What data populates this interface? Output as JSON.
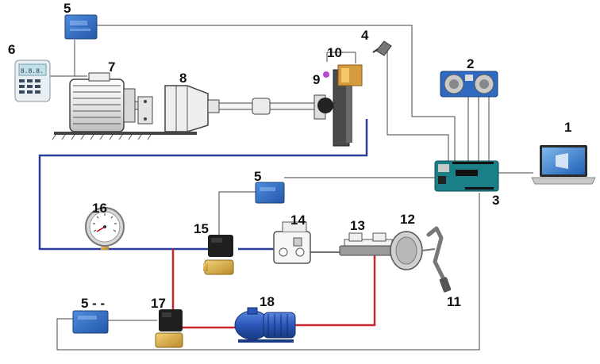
{
  "labels": {
    "laptop": "1",
    "ultrasonic_sensor": "2",
    "arduino_board": "3",
    "proximity_sensor": "4",
    "relay_top": "5",
    "relay_mid": "5",
    "relay_bottom": "5 - -",
    "motor_controller": "6",
    "electric_motor": "7",
    "gearbox": "8",
    "brake_caliper": "9",
    "brake_disc": "10",
    "brake_pedal": "11",
    "brake_booster": "12",
    "master_cylinder": "13",
    "abs_module": "14",
    "solenoid_valve_upper": "15",
    "pressure_gauge": "16",
    "solenoid_valve_lower": "17",
    "water_pump": "18"
  },
  "colors": {
    "signal_wire": "#444444",
    "pressure_line_blue": "#2b3e9c",
    "pressure_line_red": "#c8282d",
    "relay_blue": "#2f6fc7",
    "pump_blue": "#2a56b8"
  },
  "icons": {
    "laptop": "laptop-icon",
    "ultrasonic_sensor": "ultrasonic-sensor-icon",
    "arduino_board": "arduino-board-icon",
    "relay": "relay-icon",
    "motor": "electric-motor-icon",
    "gauge": "pressure-gauge-icon",
    "valve": "solenoid-valve-icon",
    "pump": "pump-icon"
  }
}
